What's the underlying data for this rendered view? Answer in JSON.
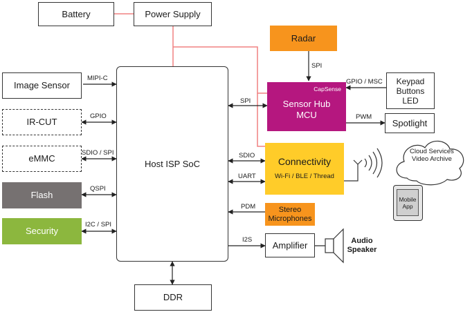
{
  "blocks": {
    "battery": "Battery",
    "power_supply": "Power Supply",
    "image_sensor": "Image Sensor",
    "ir_cut": "IR-CUT",
    "emmc": "eMMC",
    "flash": "Flash",
    "security": "Security",
    "host": "Host ISP SoC",
    "ddr": "DDR",
    "radar": "Radar",
    "sensor_hub_line1": "Sensor Hub",
    "sensor_hub_line2": "MCU",
    "capsense": "CapSense",
    "keypad_line1": "Keypad",
    "keypad_line2": "Buttons",
    "keypad_line3": "LED",
    "spotlight": "Spotlight",
    "connectivity": "Connectivity",
    "connectivity_sub": "Wi-Fi / BLE / Thread",
    "cloud_line1": "Cloud Services",
    "cloud_line2": "Video Archive",
    "mobile_line1": "Mobile",
    "mobile_line2": "App",
    "stereo_line1": "Stereo",
    "stereo_line2": "Microphones",
    "amplifier": "Amplifier",
    "speaker_line1": "Audio",
    "speaker_line2": "Speaker"
  },
  "links": {
    "mipi": "MIPI-C",
    "gpio": "GPIO",
    "sdio_spi": "SDIO / SPI",
    "qspi": "QSPI",
    "i2c_spi": "I2C / SPI",
    "spi_host_hub": "SPI",
    "spi_radar": "SPI",
    "gpio_msc": "GPIO / MSC",
    "pwm": "PWM",
    "sdio": "SDIO",
    "uart": "UART",
    "pdm": "PDM",
    "i2s": "I2S"
  },
  "colors": {
    "power_line": "#f08080",
    "flash_fill": "#767171",
    "security_fill": "#8cb73e",
    "radar_fill": "#f7941d",
    "hub_fill": "#b5177f",
    "connectivity_fill": "#ffcc29",
    "stereo_fill": "#f7941d"
  }
}
